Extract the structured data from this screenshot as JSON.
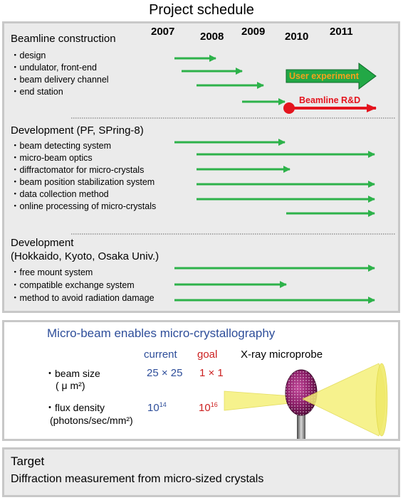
{
  "title": "Project schedule",
  "years": [
    "2007",
    "2008",
    "2009",
    "2010",
    "2011"
  ],
  "sections": [
    {
      "heading": [
        "Beamline construction"
      ],
      "items": [
        "design",
        "undulator, front-end",
        "beam delivery channel",
        "end station"
      ]
    },
    {
      "heading": [
        "Development (PF, SPring-8)"
      ],
      "items": [
        "beam detecting system",
        "micro-beam optics",
        "diffractomator for micro-crystals",
        "beam position stabilization system",
        "data collection method",
        "online processing of micro-crystals"
      ]
    },
    {
      "heading": [
        "Development",
        "(Hokkaido, Kyoto, Osaka Univ.)"
      ],
      "items": [
        "free mount system",
        "compatible exchange system",
        "method to avoid radiation damage"
      ]
    }
  ],
  "bullet": "・",
  "milestones": {
    "user_experiment": "User experiment",
    "beamline_rd": "Beamline R&D"
  },
  "micro": {
    "title": "Micro-beam enables micro-crystallography",
    "col_current": "current",
    "col_goal": "goal",
    "probe_label": "X-ray microprobe",
    "rows": [
      {
        "label": "beam size",
        "unit": "( μ m²)",
        "current": "25 × 25",
        "goal": "1 × 1"
      },
      {
        "label": "flux density",
        "unit": "(photons/sec/mm²)",
        "current_base": "10",
        "current_exp": "14",
        "goal_base": "10",
        "goal_exp": "16"
      }
    ]
  },
  "target": {
    "title": "Target",
    "description": "Diffraction measurement from micro-sized crystals"
  },
  "colors": {
    "arrow_green": "#2db24a",
    "user_exp_fill": "#22a846",
    "user_exp_text": "#f7a21b",
    "rd_red": "#e4141e",
    "blue_text": "#2e4e9a",
    "red_text": "#cc2020",
    "panel_bg": "#ebebeb",
    "panel_border": "#c8c8c8"
  },
  "icons": [
    "crystal-sphere-icon",
    "xray-cone-icon",
    "pin-mount-icon"
  ]
}
